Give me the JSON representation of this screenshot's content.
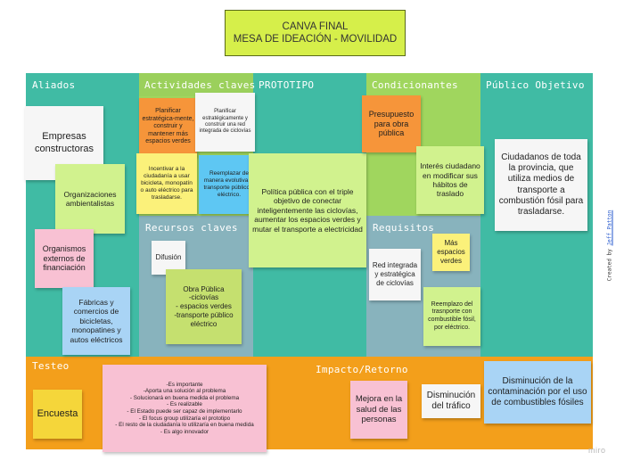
{
  "title": {
    "line1": "CANVA FINAL",
    "line2": "MESA DE IDEACIÓN - MOVILIDAD"
  },
  "sections": {
    "aliados": "Aliados",
    "actividades": "Actividades claves",
    "prototipo": "PROTOTIPO",
    "condicionantes": "Condicionantes",
    "publico": "Público Objetivo",
    "recursos": "Recursos claves",
    "requisitos": "Requisitos",
    "testeo": "Testeo",
    "impacto": "Impacto/Retorno"
  },
  "notes": {
    "empresas": "Empresas constructoras",
    "organizaciones": "Organizaciones ambientalistas",
    "organismos": "Organismos externos de financiación",
    "fabricas": "Fábricas y comercios de bicicletas, monopatines y autos eléctricos",
    "planificar1": "Planificar estratégica-mente, construir y mantener más espacios verdes",
    "planificar2": "Planificar estratégicamente y construir una red integrada de ciclovías",
    "incentivar": "Incentivar a la ciudadanía a usar bicicleta, monopatín o auto eléctrico para trasladarse.",
    "reemplazar": "Reemplazar de manera evolutiva el transporte público a eléctrico.",
    "difusion": "Difusión",
    "obra": "Obra Pública\n-ciclovías\n- espacios verdes\n-transporte público eléctrico",
    "politica": "Política pública con el triple objetivo de conectar inteligentemente las ciclovías, aumentar los espacios verdes y mutar el transporte a electricidad",
    "presupuesto": "Presupuesto para obra pública",
    "interes": "Interés ciudadano en modificar sus hábitos de traslado",
    "red": "Red integrada y estratégica de ciclovías",
    "mas": "Más espacios verdes",
    "reemplazo": "Reemplazo del trasnporte con combustible fósil, por eléctrico.",
    "ciudadanos": "Ciudadanos de toda la provincia, que utiliza medios de transporte a combustión fósil para trasladarse.",
    "encuesta": "Encuesta",
    "testeo_list": "-Es importante\n-Aporta  una solución al problema\n- Solucionará en buena medida el problema\n- Es realizable\n- El Estado puede ser capaz de implementarlo\n- El focus group utilizaría el prototipo\n- El resto de la ciudadanía lo utilizaría en buena medida\n- Es algo innovador",
    "mejora": "Mejora en la salud de las personas",
    "disminucion_trafico": "Disminución del tráfico",
    "disminucion_contaminacion": "Disminución de la contaminación por el uso de combustibles fósiles"
  },
  "credit": {
    "prefix": "Created by",
    "author": "Jeff Patton"
  },
  "watermark": "miro",
  "colors": {
    "title_bg": "#d6ef4a",
    "teal": "#40bba4",
    "lime_col": "#a0d65e",
    "steel": "#88b3bd",
    "orange_band": "#f39f1b",
    "lime_header": "#9bd05c"
  }
}
